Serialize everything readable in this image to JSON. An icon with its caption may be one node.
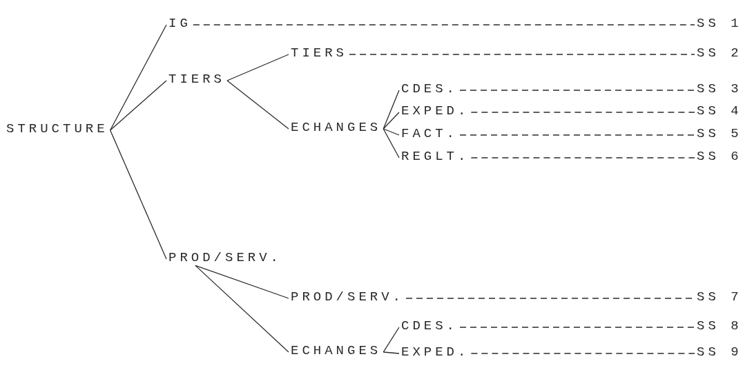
{
  "diagram": {
    "nodes": [
      {
        "text": [
          "STRUCTURE"
        ]
      },
      {
        "text": [
          "IG"
        ]
      },
      {
        "text": [
          "TIERS"
        ]
      },
      {
        "text": [
          "PROD/SERV."
        ]
      },
      {
        "text": [
          "TIERS"
        ]
      },
      {
        "text": [
          "ECHANGES"
        ]
      },
      {
        "text": [
          "CDES."
        ]
      },
      {
        "text": [
          "EXPED."
        ]
      },
      {
        "text": [
          "FACT."
        ]
      },
      {
        "text": [
          "REGLT."
        ]
      },
      {
        "text": [
          "PROD/SERV."
        ]
      },
      {
        "text": [
          "ECHANGES"
        ]
      },
      {
        "text": [
          "CDES."
        ]
      },
      {
        "text": [
          "EXPED."
        ]
      },
      {
        "text": [
          "SS 1"
        ]
      },
      {
        "text": [
          "SS 2"
        ]
      },
      {
        "text": [
          "SS 3"
        ]
      },
      {
        "text": [
          "SS 4"
        ]
      },
      {
        "text": [
          "SS 5"
        ]
      },
      {
        "text": [
          "SS 6"
        ]
      },
      {
        "text": [
          "SS 7"
        ]
      },
      {
        "text": [
          "SS 8"
        ]
      },
      {
        "text": [
          "SS 9"
        ]
      }
    ],
    "edges": [
      {
        "from": 0,
        "to": 1,
        "arrow": "none"
      },
      {
        "from": 0,
        "to": 2,
        "arrow": "none"
      },
      {
        "from": 0,
        "to": 3,
        "arrow": "none"
      },
      {
        "from": 2,
        "to": 4,
        "arrow": "none"
      },
      {
        "from": 2,
        "to": 5,
        "arrow": "none"
      },
      {
        "from": 5,
        "to": 6,
        "arrow": "none"
      },
      {
        "from": 5,
        "to": 7,
        "arrow": "none"
      },
      {
        "from": 5,
        "to": 8,
        "arrow": "none"
      },
      {
        "from": 5,
        "to": 9,
        "arrow": "none"
      },
      {
        "from": 3,
        "to": 10,
        "arrow": "none"
      },
      {
        "from": 3,
        "to": 11,
        "arrow": "none"
      },
      {
        "from": 11,
        "to": 12,
        "arrow": "none"
      },
      {
        "from": 11,
        "to": 13,
        "arrow": "none"
      },
      {
        "from": 1,
        "to": 14,
        "arrow": "none",
        "style": "dashed"
      },
      {
        "from": 4,
        "to": 15,
        "arrow": "none",
        "style": "dashed"
      },
      {
        "from": 6,
        "to": 16,
        "arrow": "none",
        "style": "dashed"
      },
      {
        "from": 7,
        "to": 17,
        "arrow": "none",
        "style": "dashed"
      },
      {
        "from": 8,
        "to": 18,
        "arrow": "none",
        "style": "dashed"
      },
      {
        "from": 9,
        "to": 19,
        "arrow": "none",
        "style": "dashed"
      },
      {
        "from": 10,
        "to": 20,
        "arrow": "none",
        "style": "dashed"
      },
      {
        "from": 12,
        "to": 21,
        "arrow": "none",
        "style": "dashed"
      },
      {
        "from": 13,
        "to": 22,
        "arrow": "none",
        "style": "dashed"
      }
    ]
  }
}
